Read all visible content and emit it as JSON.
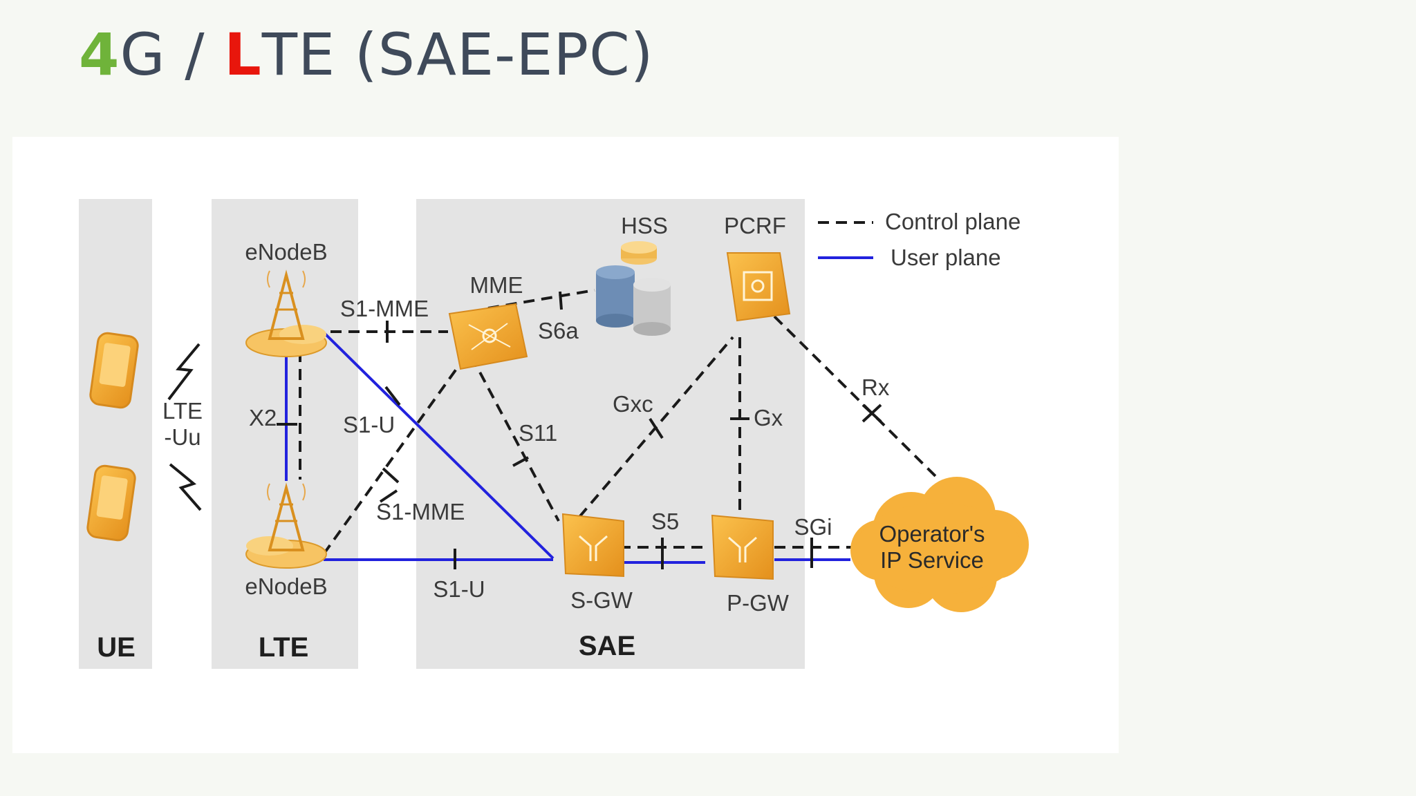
{
  "slide": {
    "title_4": "4",
    "title_g": "G / ",
    "title_l": "L",
    "title_rest": "TE (SAE-EPC)",
    "colors": {
      "accent_green": "#6fb33a",
      "accent_red": "#e8160c",
      "title_text": "#3f4a5a"
    }
  },
  "diagram": {
    "zones": {
      "ue": "UE",
      "lte": "LTE",
      "sae": "SAE"
    },
    "nodes": {
      "enodeb_top": "eNodeB",
      "enodeb_bottom": "eNodeB",
      "mme": "MME",
      "hss": "HSS",
      "pcrf": "PCRF",
      "sgw": "S-GW",
      "pgw": "P-GW",
      "ip_service_line1": "Operator's",
      "ip_service_line2": "IP Service"
    },
    "interfaces": {
      "lte_uu_line1": "LTE",
      "lte_uu_line2": "-Uu",
      "x2": "X2",
      "s1_mme_top": "S1-MME",
      "s1_mme_bottom": "S1-MME",
      "s1_u_top": "S1-U",
      "s1_u_bottom": "S1-U",
      "s6a": "S6a",
      "s11": "S11",
      "gxc": "Gxc",
      "gx": "Gx",
      "rx": "Rx",
      "s5": "S5",
      "sgi": "SGi"
    },
    "legend": {
      "control_plane": "Control plane",
      "user_plane": "User plane"
    },
    "colors": {
      "user_plane": "#2222dd",
      "control_plane": "#1a1a1a",
      "node_orange": "#f2a830",
      "zone_gray": "#e4e4e4",
      "hss_blue": "#6d8db5",
      "hss_gray": "#c9c9c9"
    }
  }
}
